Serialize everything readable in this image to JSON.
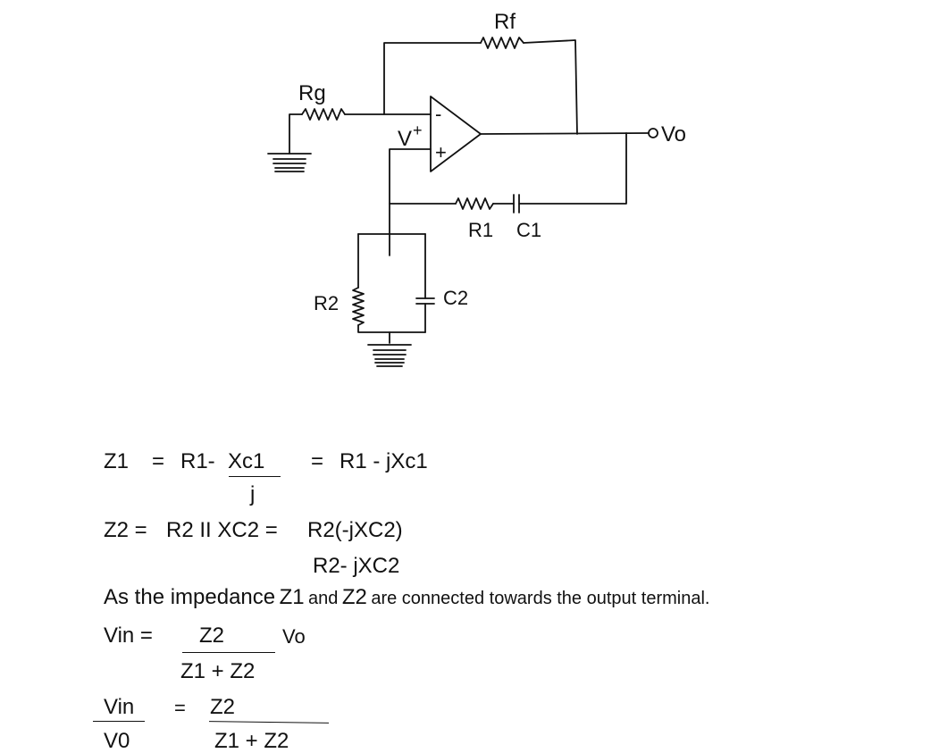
{
  "circuit": {
    "labels": {
      "rf": "Rf",
      "rg": "Rg",
      "vplus": "V",
      "vplus_sup": "+",
      "minus": "-",
      "plus": "+",
      "vo": "Vo",
      "r1": "R1",
      "c1": "C1",
      "r2": "R2",
      "c2": "C2"
    }
  },
  "equations": {
    "z1": {
      "lhs": "Z1",
      "eq1": "=",
      "r1part": "R1-",
      "num": "Xc1",
      "den": "j",
      "eq2": "=",
      "rhs": "R1 - jXc1"
    },
    "z2": {
      "lhs": "Z2 =",
      "mid": "R2 II XC2 =",
      "num": "R2(-jXC2)",
      "den": "R2- jXC2"
    },
    "statement": {
      "p1": "As the impedance",
      "z1": "Z1",
      "p2": "and",
      "z2": "Z2",
      "p3": "are connected towards the output terminal."
    },
    "vin": {
      "lhs": "Vin =",
      "num": "Z2",
      "den": "Z1 + Z2",
      "factor": "Vo"
    },
    "ratio": {
      "num_l": "Vin",
      "den_l": "V0",
      "eq": "=",
      "num_r": "Z2",
      "den_r": "Z1 + Z2"
    }
  }
}
